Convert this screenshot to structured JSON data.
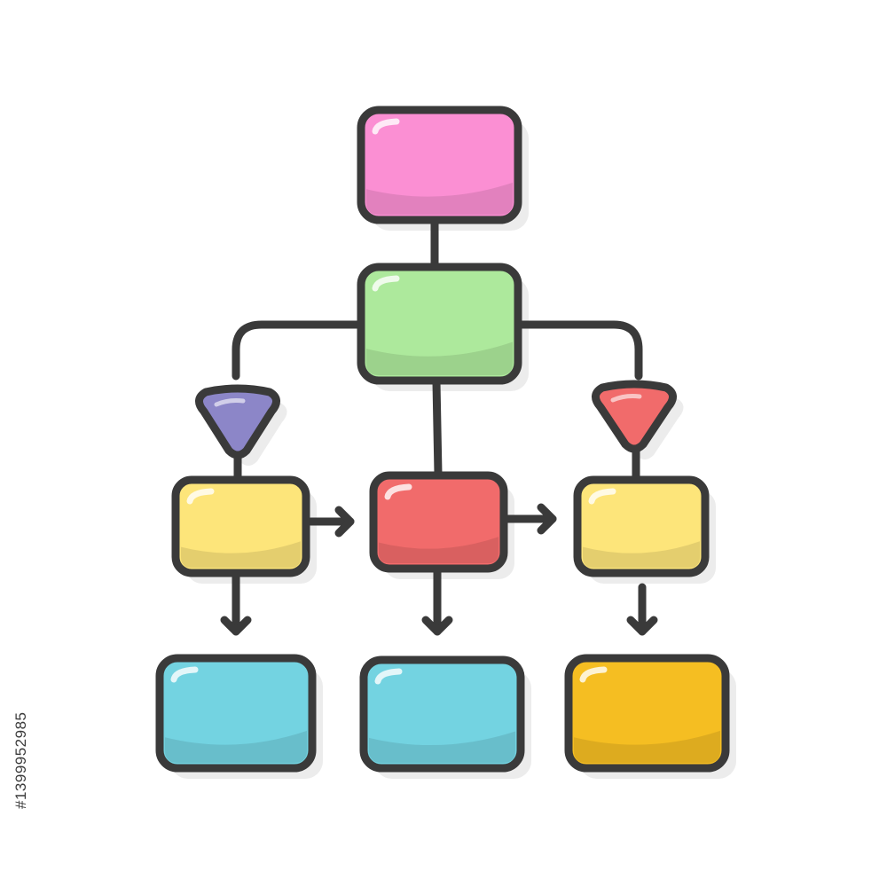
{
  "diagram": {
    "watermark_id": "#1399952985",
    "colors": {
      "outline": "#3a3a3a",
      "pink": "#fb8fd3",
      "green": "#ade99c",
      "purple": "#8c86c8",
      "red": "#f16b6b",
      "yellow": "#fde57a",
      "cyan": "#73d3e1",
      "orange": "#f5be22",
      "shadow": "#ececec"
    },
    "nodes": [
      {
        "id": "top",
        "shape": "box",
        "color": "pink"
      },
      {
        "id": "middle",
        "shape": "box",
        "color": "green"
      },
      {
        "id": "left-decision",
        "shape": "triangle",
        "color": "purple"
      },
      {
        "id": "right-decision",
        "shape": "triangle",
        "color": "red"
      },
      {
        "id": "left-process",
        "shape": "box",
        "color": "yellow"
      },
      {
        "id": "center-process",
        "shape": "box",
        "color": "red"
      },
      {
        "id": "right-process",
        "shape": "box",
        "color": "yellow"
      },
      {
        "id": "left-output",
        "shape": "box",
        "color": "cyan"
      },
      {
        "id": "center-output",
        "shape": "box",
        "color": "cyan"
      },
      {
        "id": "right-output",
        "shape": "box",
        "color": "orange"
      }
    ],
    "edges": [
      {
        "from": "top",
        "to": "middle",
        "arrow": false
      },
      {
        "from": "middle",
        "to": "left-decision",
        "arrow": false
      },
      {
        "from": "middle",
        "to": "right-decision",
        "arrow": false
      },
      {
        "from": "middle",
        "to": "center-process",
        "arrow": false
      },
      {
        "from": "left-decision",
        "to": "left-process",
        "arrow": false
      },
      {
        "from": "right-decision",
        "to": "right-process",
        "arrow": false
      },
      {
        "from": "left-process",
        "to": "center-process",
        "arrow": true
      },
      {
        "from": "center-process",
        "to": "right-process",
        "arrow": true
      },
      {
        "from": "left-process",
        "to": "left-output",
        "arrow": true
      },
      {
        "from": "center-process",
        "to": "center-output",
        "arrow": true
      },
      {
        "from": "right-process",
        "to": "right-output",
        "arrow": true
      }
    ]
  }
}
